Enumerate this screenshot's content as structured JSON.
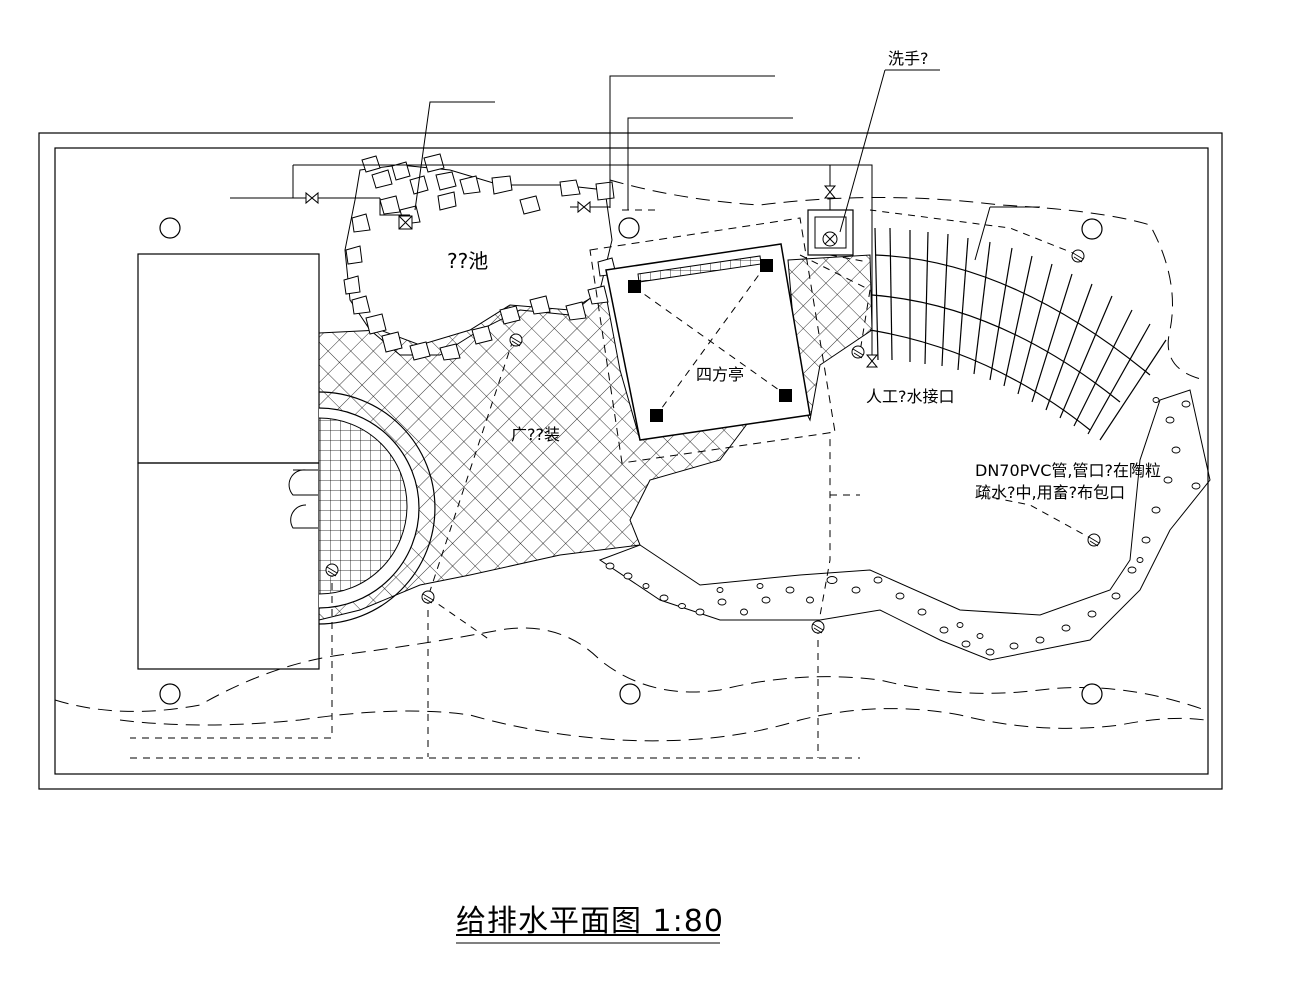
{
  "drawing": {
    "title": "给排水平面图 1:80",
    "labels": {
      "pool": "??池",
      "pavilion": "四方亭",
      "plaza": "广??装",
      "hand_wash": "洗手?",
      "water_inlet": "人工?水接口",
      "pipe_note_line1": "DN70PVC管,管口?在陶粒",
      "pipe_note_line2": "疏水?中,用畜?布包口"
    }
  }
}
